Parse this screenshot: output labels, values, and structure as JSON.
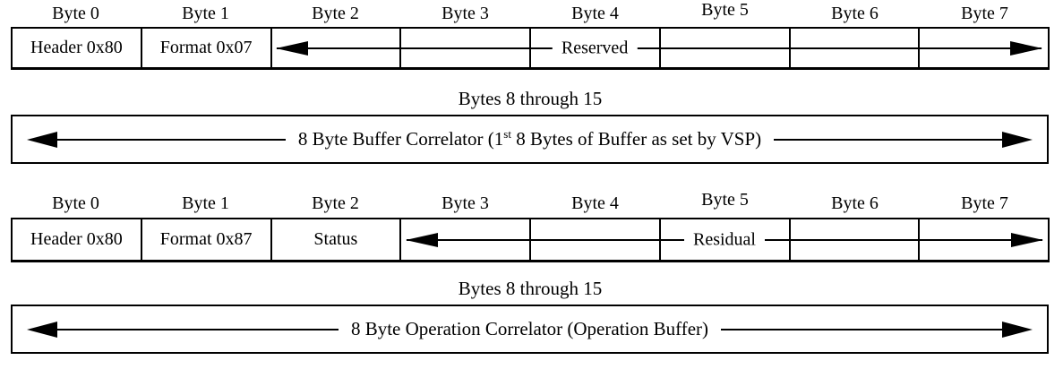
{
  "colors": {
    "ink": "#000000",
    "background": "#ffffff"
  },
  "table07": {
    "byte_headers": [
      "Byte 0",
      "Byte 1",
      "Byte 2",
      "Byte 3",
      "Byte 4",
      "Byte 5",
      "Byte 6",
      "Byte 7"
    ],
    "header_cell": "Header 0x80",
    "format_cell": "Format 0x07",
    "arrow_label": "Reserved",
    "bytes_8_15_label": "Bytes 8 through 15",
    "correlator_pre": "8 Byte Buffer Correlator (1",
    "correlator_sup": "st",
    "correlator_post": " 8 Bytes of Buffer as set by VSP)"
  },
  "table87": {
    "byte_headers": [
      "Byte 0",
      "Byte 1",
      "Byte 2",
      "Byte 3",
      "Byte 4",
      "Byte 5",
      "Byte 6",
      "Byte 7"
    ],
    "header_cell": "Header 0x80",
    "format_cell": "Format 0x87",
    "status_cell": "Status",
    "arrow_label": "Residual",
    "bytes_8_15_label": "Bytes 8 through 15",
    "correlator_label": "8 Byte Operation Correlator (Operation Buffer)"
  }
}
